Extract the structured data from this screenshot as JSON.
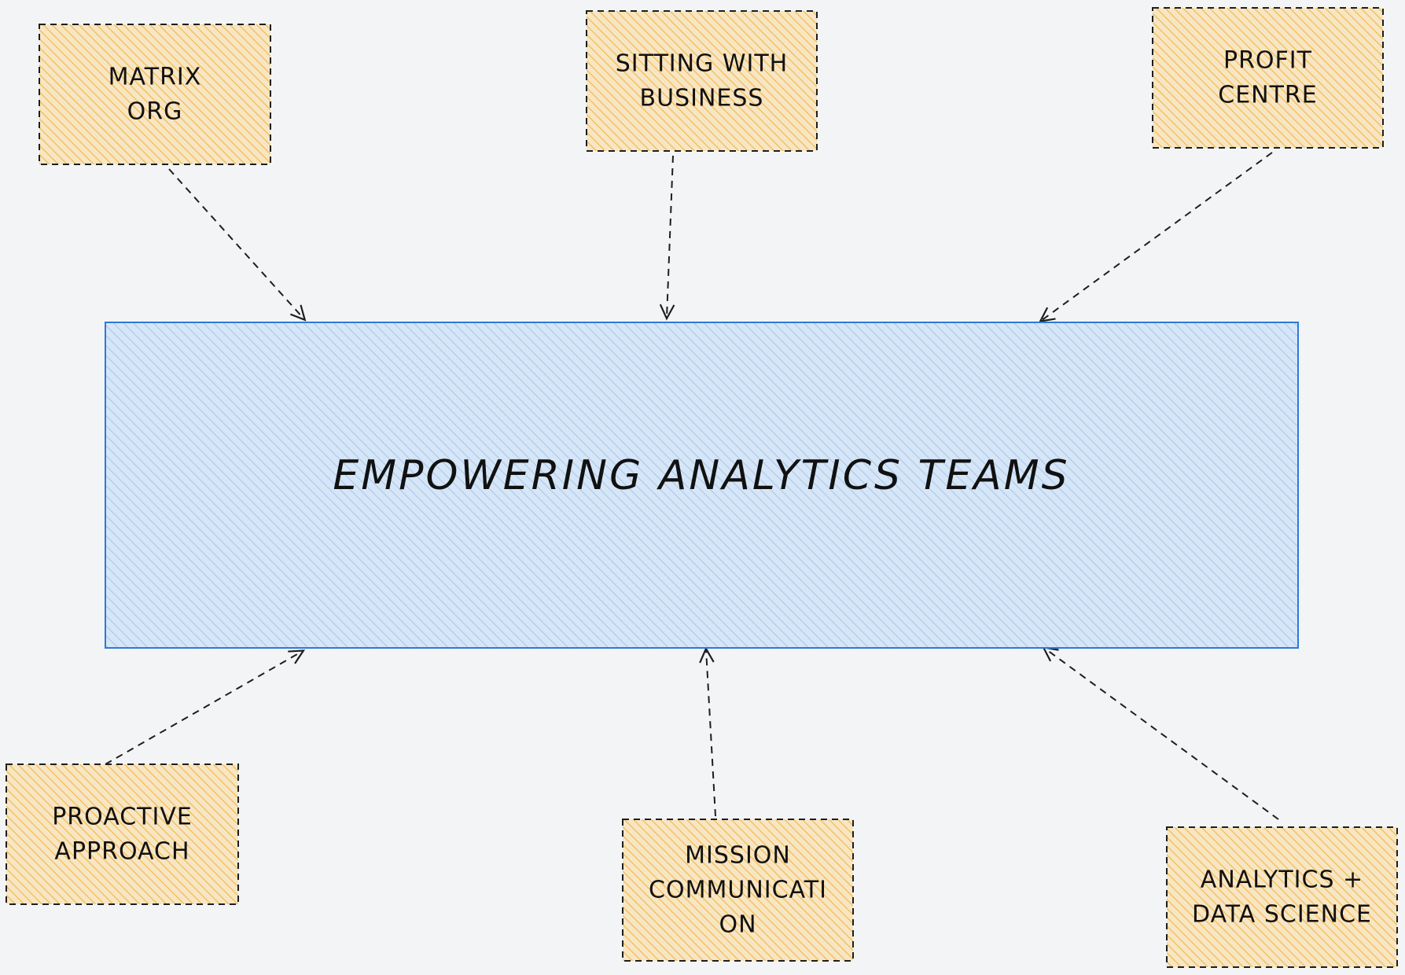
{
  "diagram": {
    "center": {
      "label": "EMPOWERING ANALYTICS TEAMS",
      "fill": "#a5c8ef",
      "stroke": "#2d7ad6"
    },
    "nodes": [
      {
        "id": "matrix-org",
        "lines": [
          "MATRIX",
          "ORG"
        ]
      },
      {
        "id": "sitting-with-business",
        "lines": [
          "SITTING WITH",
          "BUSINESS"
        ]
      },
      {
        "id": "profit-centre",
        "lines": [
          "PROFIT",
          "CENTRE"
        ]
      },
      {
        "id": "proactive-approach",
        "lines": [
          "PROACTIVE",
          "APPROACH"
        ]
      },
      {
        "id": "mission-communication",
        "lines": [
          "MISSION",
          "COMMUNICATI",
          "ON"
        ]
      },
      {
        "id": "analytics-data-science",
        "lines": [
          "ANALYTICS +",
          "DATA SCIENCE"
        ]
      }
    ],
    "node_style": {
      "fill": "#f5b94a",
      "stroke": "#1e1e1e"
    },
    "arrow_color": "#1e1e1e"
  }
}
